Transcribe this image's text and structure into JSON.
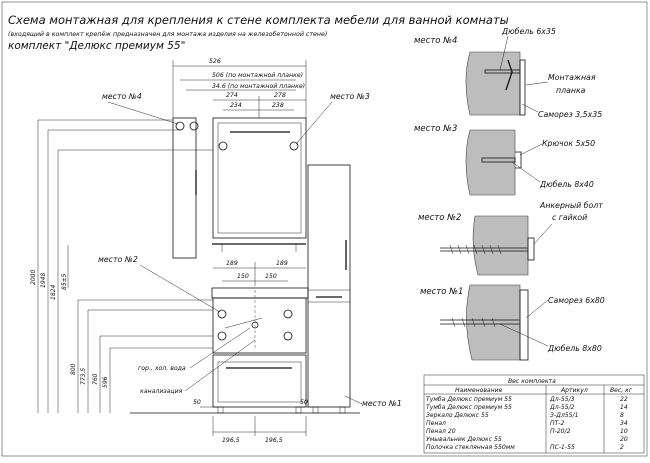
{
  "header": {
    "title": "Схема монтажная для крепления к стене комплекта мебели для ванной комнаты",
    "subtitle": "(входящий в комплект крепёж предназначен для монтажа изделия на железобетонной стене)",
    "kit_name": "комплект \"Делюкс премиум 55\""
  },
  "drawing": {
    "dims_top": {
      "d526": "526",
      "d506": "506 (по монтажной планке)",
      "d346": "34.6 (по монтажной планке)",
      "d274": "274",
      "d278": "278",
      "d234": "234",
      "d238": "238"
    },
    "dims_mid": {
      "d189a": "189",
      "d189b": "189",
      "d150a": "150",
      "d150b": "150"
    },
    "dims_bottom": {
      "d50a": "50",
      "d50b": "50",
      "d1965a": "196,5",
      "d1965b": "196,5"
    },
    "dims_vertical": {
      "v2000": "2000",
      "v1948": "1948",
      "v1824": "1824",
      "v85": "85±5",
      "v800": "800",
      "v7735": "773,5",
      "v760": "760",
      "v596": "596"
    },
    "labels": {
      "place4": "место №4",
      "place3": "место №3",
      "place2": "место №2",
      "place1": "место №1",
      "water": "гор., хол. вода",
      "sewer": "канализация"
    }
  },
  "details": {
    "d4": {
      "title": "место №4",
      "dowel": "Дюбель 6х35",
      "plank": "Монтажная\nпланка",
      "screw": "Саморез 3,5х35"
    },
    "d3": {
      "title": "место №3",
      "hook": "Крючок 5х50",
      "dowel": "Дюбель 8х40"
    },
    "d2": {
      "title": "место №2",
      "bolt": "Анкерный болт\nс гайкой"
    },
    "d1": {
      "title": "место №1",
      "screw": "Саморез 6х80",
      "dowel": "Дюбель 8х80"
    }
  },
  "weight_table": {
    "caption": "Вес комплекта",
    "headers": [
      "Наименование",
      "Артикул",
      "Вес, кг"
    ],
    "rows": [
      [
        "Тумба Делюкс премиум 55",
        "Дл-55/3",
        "22"
      ],
      [
        "Тумба Делюкс премиум 55",
        "Дл-55/2",
        "14"
      ],
      [
        "Зеркало Делюкс 55",
        "З-Дл55/1",
        "8"
      ],
      [
        "Пенал",
        "ПТ-2",
        "34"
      ],
      [
        "Пенал 20",
        "П-20/2",
        "10"
      ],
      [
        "Умывальник Делюкс 55",
        "",
        "20"
      ],
      [
        "Полочка стеклянная 550мм",
        "ПС-1-55",
        "2"
      ]
    ]
  }
}
